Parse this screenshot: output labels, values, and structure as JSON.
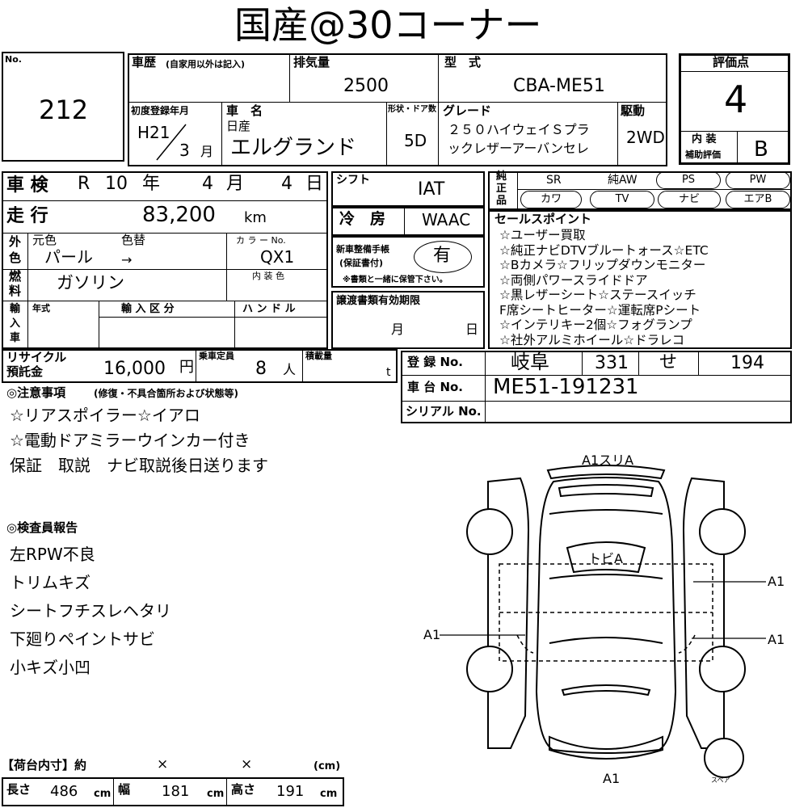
{
  "title": "国産@30コーナー",
  "no": {
    "label": "No.",
    "value": "212"
  },
  "history": {
    "label": "車歴",
    "sub": "(自家用以外は記入)"
  },
  "displacement": {
    "label": "排気量",
    "value": "2500"
  },
  "model": {
    "label": "型　式",
    "value": "CBA-ME51"
  },
  "score": {
    "label": "評価点",
    "value": "4",
    "interior_label_1": "内 装",
    "interior_label_2": "補助評価",
    "interior_value": "B"
  },
  "first_reg": {
    "label": "初度登録年月",
    "era": "H21",
    "month": "3",
    "month_unit": "月"
  },
  "car_name": {
    "label": "車　名",
    "maker": "日産",
    "name": "エルグランド"
  },
  "body": {
    "label": "形状・ドア数",
    "value": "5D"
  },
  "grade": {
    "label": "グレード",
    "line1": "２５０ハイウェイＳプラ",
    "line2": "ックレザーアーバンセレ"
  },
  "drive": {
    "label": "駆動",
    "value": "2WD"
  },
  "inspection": {
    "label": "車 検",
    "era": "R",
    "year": "10",
    "year_unit": "年",
    "month": "4",
    "month_unit": "月",
    "day": "4",
    "day_unit": "日"
  },
  "mileage": {
    "label": "走 行",
    "value": "83,200",
    "unit": "km"
  },
  "shift": {
    "label": "シフト",
    "value": "IAT"
  },
  "ac": {
    "label": "冷　房",
    "value": "WAAC"
  },
  "color": {
    "outer_label_1": "外",
    "outer_label_2": "色",
    "orig_label": "元色",
    "change_label": "色替",
    "orig_value": "パール",
    "arrow": "→",
    "code_label": "カ ラ ー No.",
    "code_value": "QX1",
    "interior_label": "内 装 色"
  },
  "fuel": {
    "label_1": "燃",
    "label_2": "料",
    "value": "ガソリン"
  },
  "manual": {
    "label_1": "新車整備手帳",
    "label_2": "(保証書付)",
    "value": "有",
    "note": "※書類と一緒に保管下さい。"
  },
  "import": {
    "label_1": "輸",
    "label_2": "入",
    "label_3": "車",
    "year_label": "年式",
    "type_label": "輸 入 区 分",
    "handle_label": "ハ ン ド ル"
  },
  "transfer": {
    "label": "譲渡書類有効期限",
    "month_unit": "月",
    "day_unit": "日"
  },
  "equipment": {
    "label_1": "純",
    "label_2": "正",
    "label_3": "品",
    "row1": [
      "SR",
      "純AW",
      "PS",
      "PW"
    ],
    "row2": [
      "カワ",
      "TV",
      "ナビ",
      "エアB"
    ]
  },
  "sales_points": {
    "label": "セールスポイント",
    "lines": [
      "☆ユーザー買取",
      "☆純正ナビDTVブルートォース☆ETC",
      "☆Bカメラ☆フリップダウンモニター",
      "☆両側パワースライドドア",
      "☆黒レザーシート☆ステースイッチ",
      "F席シートヒーター☆運転席Pシート",
      "☆インテリキー2個☆フォグランプ",
      "☆社外アルミホイール☆ドラレコ"
    ]
  },
  "recycle": {
    "label_1": "リサイクル",
    "label_2": "預託金",
    "value": "16,000",
    "unit": "円"
  },
  "capacity": {
    "label": "乗車定員",
    "value": "8",
    "unit": "人"
  },
  "load": {
    "label": "積載量",
    "unit": "t"
  },
  "registration": {
    "label": "登 録 No.",
    "region": "岐阜",
    "class": "331",
    "kana": "せ",
    "number": "194"
  },
  "chassis": {
    "label": "車 台 No.",
    "value": "ME51-191231"
  },
  "serial": {
    "label": "シリアル No."
  },
  "notes": {
    "label": "◎注意事項",
    "sub": "(修復・不具合箇所および状態等)",
    "lines": [
      "☆リアスポイラー☆イアロ",
      "☆電動ドアミラーウインカー付き",
      "保証　取説　ナビ取説後日送ります"
    ]
  },
  "inspector": {
    "label": "◎検査員報告",
    "lines": [
      "左RPW不良",
      "トリムキズ",
      "シートフチスレヘタリ",
      "下廻りペイントサビ",
      "小キズ小凹"
    ]
  },
  "diagram": {
    "top": "A1スリA",
    "roof": "トビA",
    "right_upper": "A1",
    "right_lower": "A1",
    "left": "A1",
    "bottom": "A1",
    "spare": "スペア"
  },
  "cargo": {
    "label": "【荷台内寸】約",
    "x1": "×",
    "x2": "×",
    "unit_paren": "(cm)",
    "length_label": "長さ",
    "length_value": "486",
    "length_unit": "cm",
    "width_label": "幅",
    "width_value": "181",
    "width_unit": "cm",
    "height_label": "高さ",
    "height_value": "191",
    "height_unit": "cm"
  }
}
